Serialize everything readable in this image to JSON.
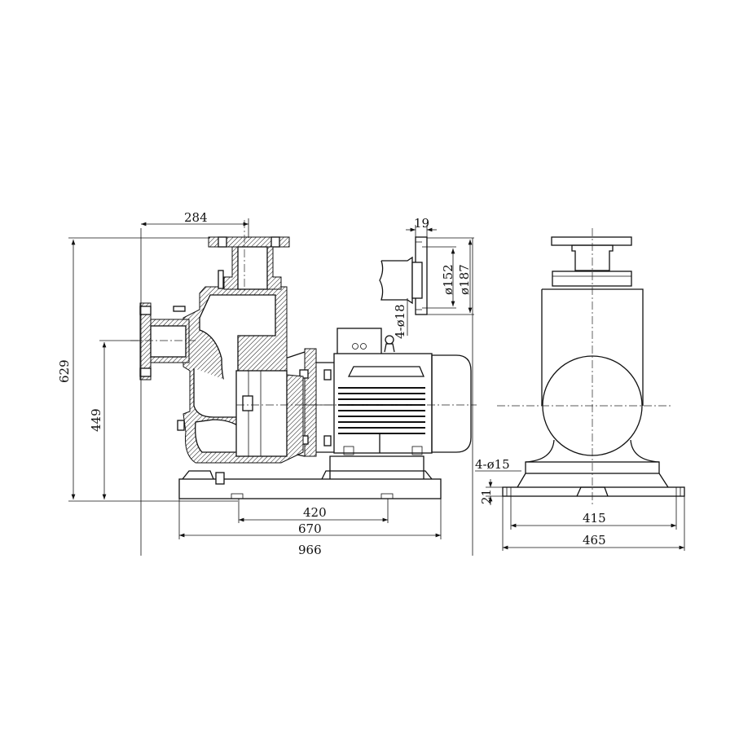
{
  "drawing": {
    "front_view": {
      "dim_discharge_offset": "284",
      "dim_total_height": "629",
      "dim_suction_height": "449",
      "dim_bolt_spacing": "420",
      "dim_base_length": "670",
      "dim_overall_length": "966"
    },
    "flange_detail": {
      "dim_thickness": "19",
      "dim_bolt_circle": "ø152",
      "dim_outer_diameter": "ø187",
      "dim_bolt_holes": "4-ø18"
    },
    "side_view": {
      "dim_foot_holes": "4-ø15",
      "dim_base_thickness": "21",
      "dim_bolt_spacing": "415",
      "dim_base_width": "465"
    }
  }
}
